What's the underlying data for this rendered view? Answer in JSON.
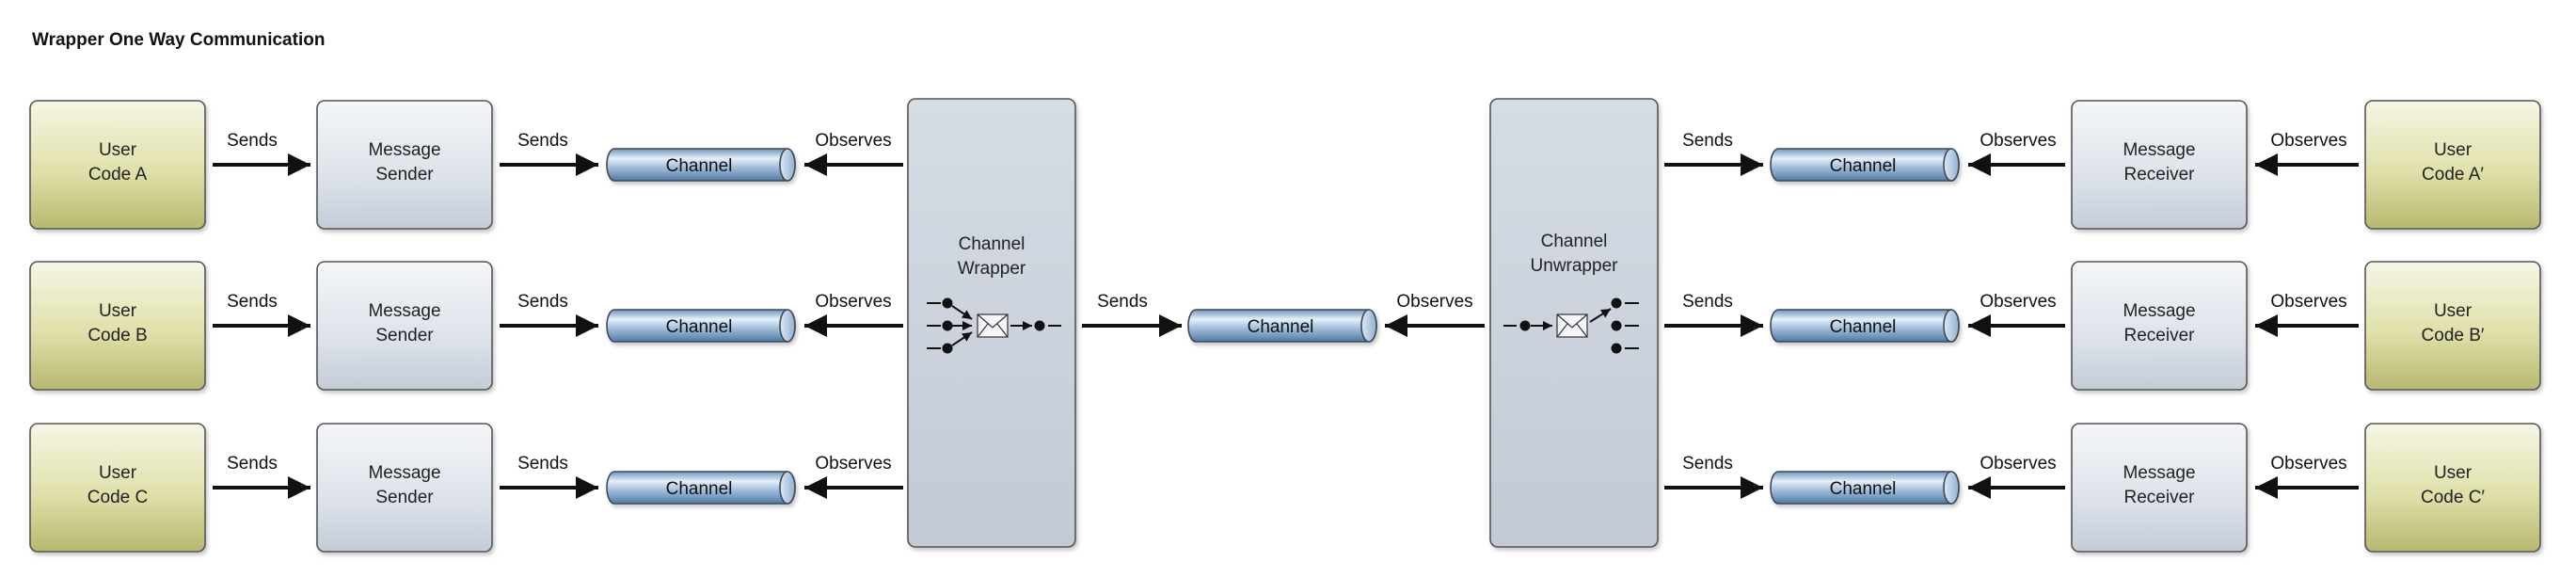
{
  "title": "Wrapper One Way Communication",
  "user_codes_left": [
    {
      "line1": "User",
      "line2": "Code A"
    },
    {
      "line1": "User",
      "line2": "Code B"
    },
    {
      "line1": "User",
      "line2": "Code C"
    }
  ],
  "user_codes_right": [
    {
      "line1": "User",
      "line2": "Code A′"
    },
    {
      "line1": "User",
      "line2": "Code B′"
    },
    {
      "line1": "User",
      "line2": "Code C′"
    }
  ],
  "message_sender": {
    "line1": "Message",
    "line2": "Sender"
  },
  "message_receiver": {
    "line1": "Message",
    "line2": "Receiver"
  },
  "channel_label": "Channel",
  "wrapper": {
    "line1": "Channel",
    "line2": "Wrapper"
  },
  "unwrapper": {
    "line1": "Channel",
    "line2": "Unwrapper"
  },
  "labels": {
    "sends": "Sends",
    "observes": "Observes"
  },
  "colors": {
    "user_fill": "#dcdca0",
    "gray_fill": "#dfe3ea",
    "channel_fill": "#a9c3de",
    "stroke": "#4d4d4d"
  },
  "icons": [
    "envelope-icon"
  ]
}
